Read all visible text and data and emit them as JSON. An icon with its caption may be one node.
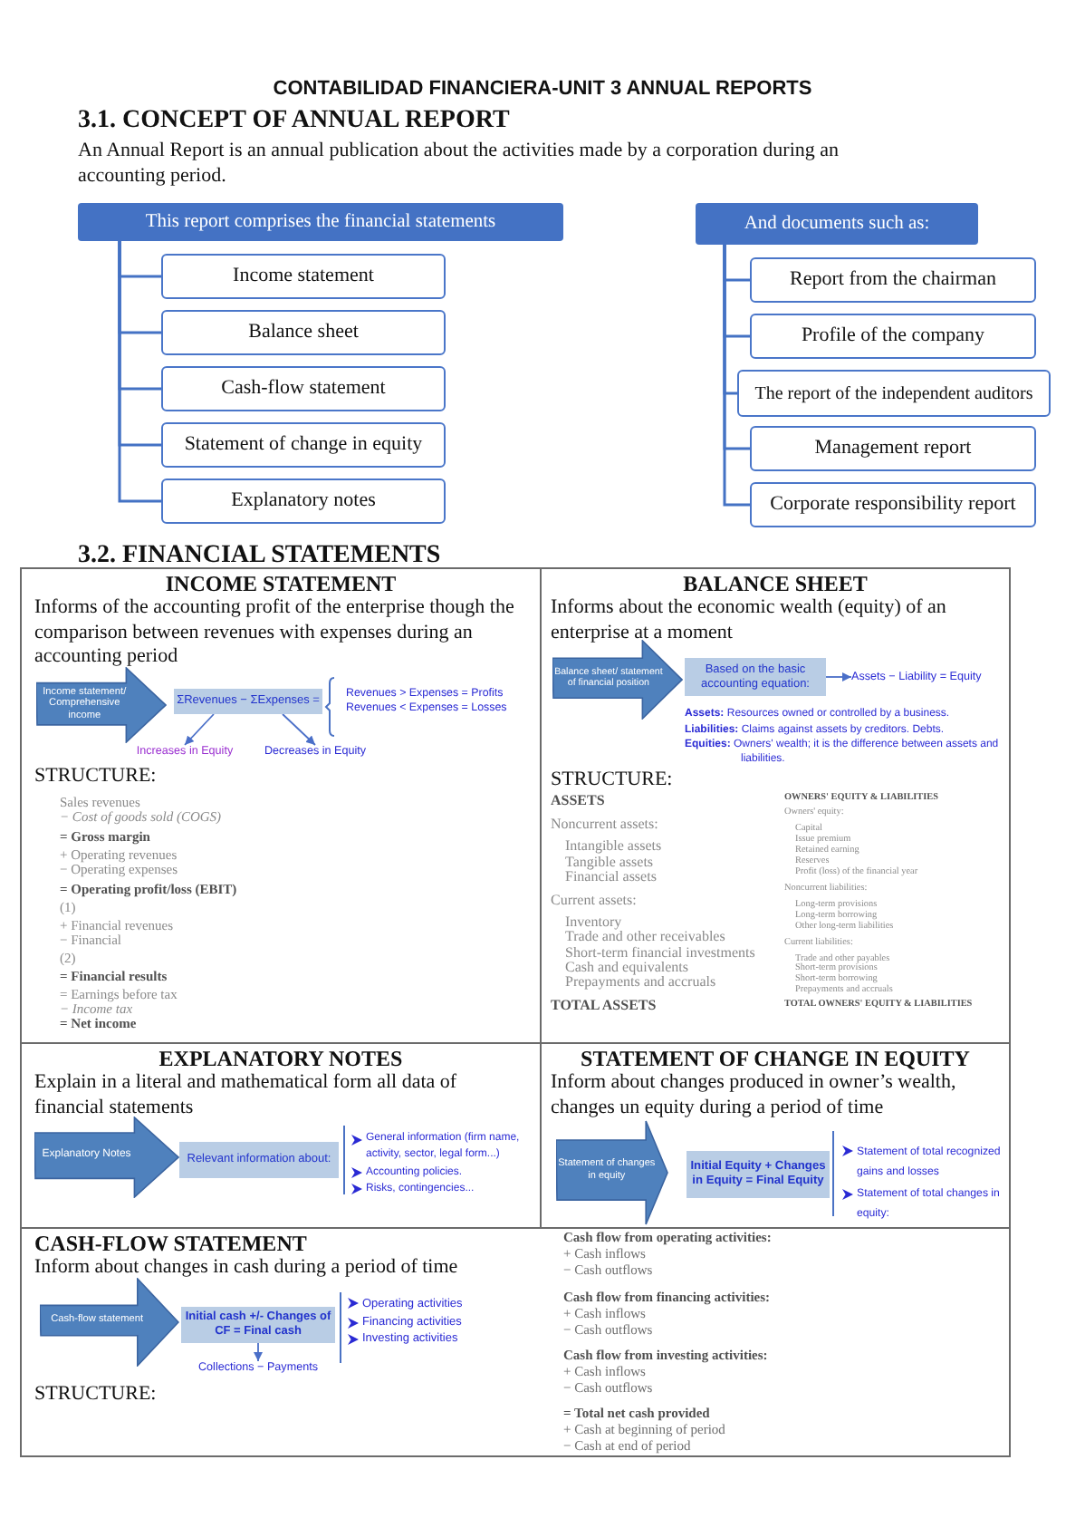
{
  "diagram": {
    "title": "CONTABILIDAD FINANCIERA-UNIT 3 ANNUAL REPORTS",
    "nodes": [
      {
        "text": [
          "This report comprises the financial statements"
        ]
      },
      {
        "text": [
          "Income statement"
        ]
      },
      {
        "text": [
          "Balance sheet"
        ]
      },
      {
        "text": [
          "Cash-flow statement"
        ]
      },
      {
        "text": [
          "Statement of change in equity"
        ]
      },
      {
        "text": [
          "Explanatory notes"
        ]
      },
      {
        "text": [
          "And documents such as:"
        ]
      },
      {
        "text": [
          "Report from the chairman"
        ]
      },
      {
        "text": [
          "Profile of the company"
        ]
      },
      {
        "text": [
          "The report of the independent auditors"
        ]
      },
      {
        "text": [
          "Management report"
        ]
      },
      {
        "text": [
          "Corporate responsibility report"
        ]
      },
      {
        "text": [
          "INCOME STATEMENT",
          "Informs of the accounting profit of the enterprise though the comparison between revenues with expenses during an accounting period",
          "Revenues > Expenses = Profits",
          "Revenues < Expenses = Losses",
          "STRUCTURE:",
          "Sales revenues",
          "− Cost of goods sold (COGS)",
          "= Gross margin",
          "+ Operating revenues",
          "− Operating expenses",
          "= Operating profit/loss (EBIT)",
          "(1)",
          "+ Financial revenues",
          "− Financial",
          "(2)",
          "= Financial results",
          "= Earnings before tax",
          "− Income tax",
          "= Net income"
        ]
      },
      {
        "text": [
          "Income statement/ Comprehensive income"
        ],
        "in": 12
      },
      {
        "text": [
          "ΣRevenues − ΣExpenses ="
        ],
        "in": 12
      },
      {
        "text": [
          "Increases in Equity"
        ],
        "in": 12
      },
      {
        "text": [
          "Decreases in Equity"
        ],
        "in": 12
      },
      {
        "text": [
          "BALANCE SHEET",
          "Informs about the economic wealth (equity) of an enterprise at a moment",
          "**Assets:** Resources owned or controlled by a business.",
          "**Liabilities:** Claims against assets by creditors. Debts.",
          "**Equities:** Owners' wealth; it is the difference between assets and liabilities.",
          "STRUCTURE:",
          "ASSETS",
          "Noncurrent assets:",
          "Intangible assets",
          "Tangible assets",
          "Financial assets",
          "Current assets:",
          "Inventory",
          "Trade and other receivables",
          "Short-term financial investments",
          "Cash and equivalents",
          "Prepayments and accruals",
          "TOTAL ASSETS",
          "OWNERS' EQUITY & LIABILITIES",
          "Owners' equity:",
          "Capital",
          "Issue premium",
          "Retained earning",
          "Reserves",
          "Profit (loss) of the financial year",
          "Noncurrent liabilities:",
          "Long-term provisions",
          "Long-term borrowing",
          "Other long-term liabilities",
          "Current liabilities:",
          "Trade and other payables",
          "Short-term provisions",
          "Short-term borrowing",
          "Prepayments and accruals",
          "TOTAL OWNERS' EQUITY & LIABILITIES"
        ]
      },
      {
        "text": [
          "Balance sheet/ statement of financial position"
        ],
        "in": 17
      },
      {
        "text": [
          "Based on the basic accounting equation:"
        ],
        "in": 17
      },
      {
        "text": [
          "Assets − Liability = Equity"
        ],
        "in": 17
      },
      {
        "text": [
          "EXPLANATORY NOTES",
          "Explain in a literal and mathematical form all data of financial statements",
          "General information (firm name, activity, sector, legal form...)",
          "Accounting policies.",
          "Risks, contingencies..."
        ]
      },
      {
        "text": [
          "Explanatory Notes"
        ],
        "in": 21
      },
      {
        "text": [
          "Relevant information about:"
        ],
        "in": 21
      },
      {
        "text": [
          "STATEMENT OF CHANGE IN EQUITY",
          "Inform about changes produced in owner’s wealth, changes un equity during a period of time",
          "Statement of total recognized gains and losses",
          "Statement of total changes in equity:"
        ]
      },
      {
        "text": [
          "Statement of changes in equity"
        ],
        "in": 24
      },
      {
        "text": [
          "Initial Equity + Changes in Equity = Final Equity"
        ],
        "in": 24
      },
      {
        "text": [
          "CASH-FLOW STATEMENT",
          "Inform about changes in cash during a period of time",
          "Operating activities",
          "Financing activities",
          "Investing activities",
          "STRUCTURE:",
          "Cash flow from operating activities:",
          "+ Cash inflows",
          "− Cash outflows",
          "Cash flow from financing activities:",
          "+ Cash inflows",
          "− Cash outflows",
          "Cash flow from investing activities:",
          "+ Cash inflows",
          "− Cash outflows",
          "= Total net cash provided",
          "+ Cash at beginning of period",
          "− Cash at end of period"
        ]
      },
      {
        "text": [
          "Cash-flow statement"
        ],
        "in": 27
      },
      {
        "text": [
          "Initial cash +/- Changes of CF = Final cash"
        ],
        "in": 27
      },
      {
        "text": [
          "Collections − Payments"
        ],
        "in": 27
      }
    ],
    "edges": [
      {
        "from": 0,
        "to": 1,
        "arrow": "none"
      },
      {
        "from": 0,
        "to": 2,
        "arrow": "none"
      },
      {
        "from": 0,
        "to": 3,
        "arrow": "none"
      },
      {
        "from": 0,
        "to": 4,
        "arrow": "none"
      },
      {
        "from": 0,
        "to": 5,
        "arrow": "none"
      },
      {
        "from": 6,
        "to": 7,
        "arrow": "none"
      },
      {
        "from": 6,
        "to": 8,
        "arrow": "none"
      },
      {
        "from": 6,
        "to": 9,
        "arrow": "none"
      },
      {
        "from": 6,
        "to": 10,
        "arrow": "none"
      },
      {
        "from": 6,
        "to": 11,
        "arrow": "none"
      },
      {
        "from": 14,
        "to": 15,
        "arrow": "to"
      },
      {
        "from": 14,
        "to": 16,
        "arrow": "to"
      },
      {
        "from": 19,
        "to": 20,
        "arrow": "to"
      },
      {
        "from": 29,
        "to": 30,
        "arrow": "to"
      }
    ],
    "labels": [
      "3.1. CONCEPT OF ANNUAL REPORT",
      "An Annual Report is an annual publication about the activities made by a corporation during an accounting period.",
      "3.2. FINANCIAL STATEMENTS"
    ]
  }
}
